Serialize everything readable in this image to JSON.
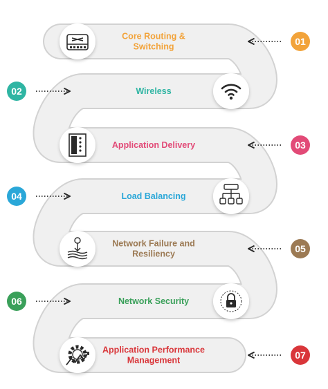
{
  "colors": {
    "ribbon_fill": "#f0f0f0",
    "ribbon_stroke": "#d2d2d2",
    "arrow": "#2a2a2a",
    "icon": "#2a2a2a"
  },
  "steps": [
    {
      "number": "01",
      "label": "Core Routing &\nSwitching",
      "color": "#f2a33a",
      "icon": "switch-device-icon",
      "side": "right"
    },
    {
      "number": "02",
      "label": "Wireless",
      "color": "#2fb5a3",
      "icon": "wifi-icon",
      "side": "left"
    },
    {
      "number": "03",
      "label": "Application Delivery",
      "color": "#e24a77",
      "icon": "server-rack-icon",
      "side": "right"
    },
    {
      "number": "04",
      "label": "Load Balancing",
      "color": "#2aa7d8",
      "icon": "network-distribution-icon",
      "side": "left"
    },
    {
      "number": "05",
      "label": "Network Failure and\nResiliency",
      "color": "#9c7a54",
      "icon": "layers-down-icon",
      "side": "right"
    },
    {
      "number": "06",
      "label": "Network Security",
      "color": "#3aa05a",
      "icon": "security-lock-icon",
      "side": "left"
    },
    {
      "number": "07",
      "label": "Application Performance\nManagement",
      "color": "#d9363a",
      "icon": "performance-gear-icon",
      "side": "right"
    }
  ]
}
